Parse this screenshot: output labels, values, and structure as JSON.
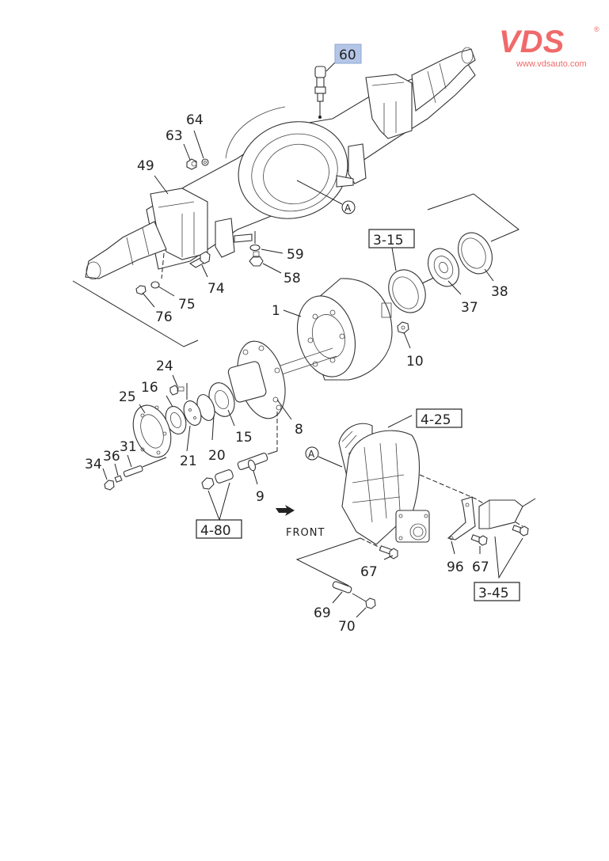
{
  "brand": {
    "logo_text": "VDS",
    "registered_mark": "®",
    "website": "www.vdsauto.com",
    "color": "#f06a6a"
  },
  "diagram": {
    "title": "Rear axle case / differential exploded parts diagram",
    "highlight_color": "#b4c6e7",
    "highlighted_callout": "60",
    "direction_label": "FRONT",
    "circle_marker": "A",
    "callouts": [
      {
        "id": "c60",
        "label": "60",
        "highlighted": true
      },
      {
        "id": "c64",
        "label": "64"
      },
      {
        "id": "c63",
        "label": "63"
      },
      {
        "id": "c49",
        "label": "49"
      },
      {
        "id": "c59",
        "label": "59"
      },
      {
        "id": "c58",
        "label": "58"
      },
      {
        "id": "c74",
        "label": "74"
      },
      {
        "id": "c75",
        "label": "75"
      },
      {
        "id": "c76",
        "label": "76"
      },
      {
        "id": "c1",
        "label": "1"
      },
      {
        "id": "c10",
        "label": "10"
      },
      {
        "id": "c37",
        "label": "37"
      },
      {
        "id": "c38",
        "label": "38"
      },
      {
        "id": "c24",
        "label": "24"
      },
      {
        "id": "c16",
        "label": "16"
      },
      {
        "id": "c25",
        "label": "25"
      },
      {
        "id": "c31",
        "label": "31"
      },
      {
        "id": "c36",
        "label": "36"
      },
      {
        "id": "c34",
        "label": "34"
      },
      {
        "id": "c21",
        "label": "21"
      },
      {
        "id": "c20",
        "label": "20"
      },
      {
        "id": "c15",
        "label": "15"
      },
      {
        "id": "c8",
        "label": "8"
      },
      {
        "id": "c9",
        "label": "9"
      },
      {
        "id": "c67a",
        "label": "67"
      },
      {
        "id": "c69",
        "label": "69"
      },
      {
        "id": "c70",
        "label": "70"
      },
      {
        "id": "c96",
        "label": "96"
      },
      {
        "id": "c67b",
        "label": "67"
      }
    ],
    "reference_boxes": [
      {
        "id": "r315",
        "label": "3-15"
      },
      {
        "id": "r425",
        "label": "4-25"
      },
      {
        "id": "r480",
        "label": "4-80"
      },
      {
        "id": "r345",
        "label": "3-45"
      }
    ]
  }
}
